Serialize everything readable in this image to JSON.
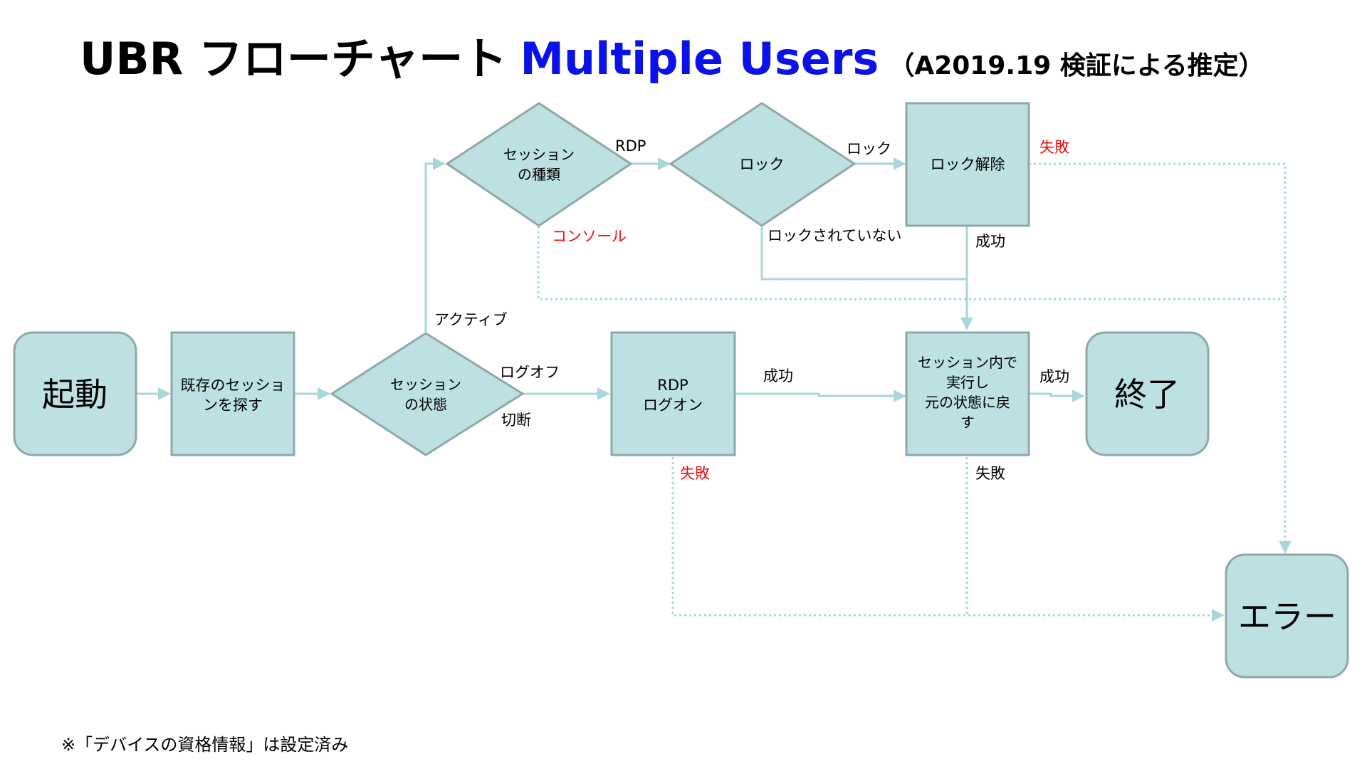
{
  "title": {
    "main": "UBR フローチャート",
    "accent": "Multiple Users",
    "sub": "（A2019.19 検証による推定）"
  },
  "footnote": "※「デバイスの資格情報」は設定済み",
  "colors": {
    "node_fill": "#bde0e2",
    "node_stroke": "#8fa7aa",
    "edge": "#a9d6d9",
    "failure_text": "#e81010",
    "accent": "#0a12e8"
  },
  "nodes": {
    "start": [
      "起動"
    ],
    "find_session": [
      "既存のセッショ",
      "ンを探す"
    ],
    "session_state": [
      "セッション",
      "の状態"
    ],
    "session_type": [
      "セッション",
      "の種類"
    ],
    "lock": [
      "ロック"
    ],
    "unlock": [
      "ロック解除"
    ],
    "rdp_logon": [
      "RDP",
      "ログオン"
    ],
    "execute_restore": [
      "セッション内で",
      "実行し",
      "元の状態に戻",
      "す"
    ],
    "end": [
      "終了"
    ],
    "error": [
      "エラー"
    ]
  },
  "edge_labels": {
    "active": "アクティブ",
    "logoff": "ログオフ",
    "disconnect": "切断",
    "rdp": "RDP",
    "console": "コンソール",
    "locked": "ロック",
    "not_locked": "ロックされていない",
    "unlock_fail": "失敗",
    "unlock_success": "成功",
    "logon_success": "成功",
    "logon_fail": "失敗",
    "exec_success": "成功",
    "exec_fail": "失敗"
  }
}
